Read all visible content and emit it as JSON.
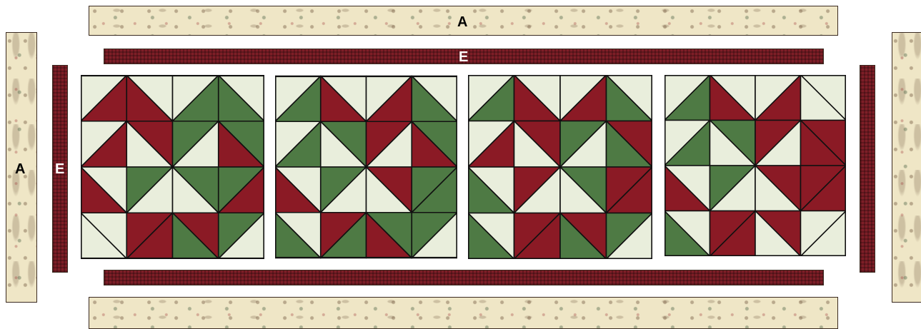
{
  "labels": {
    "top_border": "A",
    "top_sashing": "E",
    "left_border": "A",
    "left_sashing": "E"
  },
  "colors": {
    "red": "#8b1a25",
    "green": "#4e7a44",
    "light": "#e9eedc",
    "cream": "#efe6c6",
    "outline": "#111111"
  },
  "blocks": [
    {
      "name": "block-1",
      "variant": "spiral-red-left-green-right"
    },
    {
      "name": "block-2",
      "variant": "woven-green-red"
    },
    {
      "name": "block-3",
      "variant": "woven-red-green"
    },
    {
      "name": "block-4",
      "variant": "spiral-green-left-red-right"
    }
  ]
}
